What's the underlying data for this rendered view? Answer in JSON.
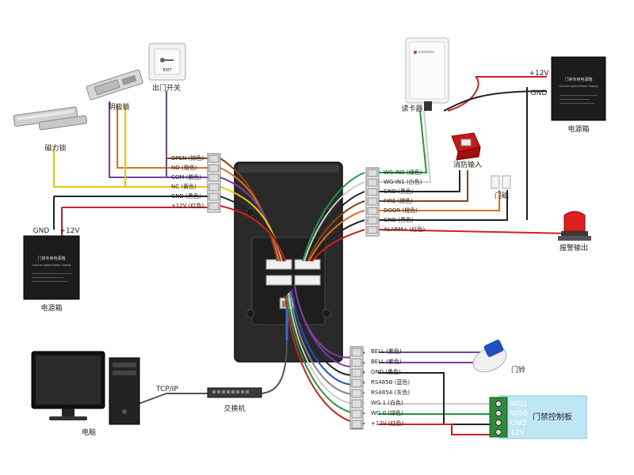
{
  "labels": {
    "exit_button": "出门开关",
    "strike_lock": "阴极锁",
    "mag_lock": "磁力锁",
    "card_reader": "读卡器",
    "fire_input": "消防输入",
    "door_sensor": "门磁",
    "alarm_output": "报警输出",
    "power_box_left": "电源箱",
    "power_box_right": "电源箱",
    "doorbell": "门铃",
    "computer": "电脑",
    "switch": "交换机",
    "access_board": "门禁控制板",
    "tcpip": "TCP/IP",
    "gnd_left": "GND",
    "v12_left": "+12V",
    "gnd_right": "GND",
    "v12_right": "+12V"
  },
  "psu": {
    "title": "门禁专用电源箱",
    "subtitle": "Uninterrupted Power Supply"
  },
  "exit_button_icon_text": "EXIT",
  "terminals": {
    "left": [
      "OPEN (棕色)",
      "NO (橙色)",
      "COM (紫色)",
      "NC (黄色)",
      "GND (黑色)",
      "+12V (红色)"
    ],
    "right": [
      "WG-IN0 (绿色)",
      "WG-IN1 (白色)",
      "GND (黑色)",
      "FIRE (棕色)",
      "DOOR (橙色)",
      "GND (黑色)",
      "ALARM+ (红色)"
    ],
    "bottom": [
      "BELL (紫色)",
      "BELL (紫色)",
      "GND (黑色)",
      "RS485B (蓝色)",
      "RS485A (灰色)",
      "WG 1 (白色)",
      "WG 0 (绿色)",
      "+12V (红色)"
    ]
  },
  "board_pins": [
    "WG1",
    "WG0",
    "GND",
    "12V"
  ],
  "colors": {
    "wire_brown": "#8B4513",
    "wire_orange": "#E07020",
    "wire_purple": "#7B3FA0",
    "wire_yellow": "#E8C800",
    "wire_black": "#222222",
    "wire_red": "#D02020",
    "wire_green": "#1E9A3A",
    "wire_white": "#CCCCCC",
    "wire_blue": "#2050C0",
    "wire_gray": "#888888",
    "device_body": "#2A2A2A",
    "terminal_green": "#2E8B3A",
    "board_blue": "#BFE6F5"
  }
}
